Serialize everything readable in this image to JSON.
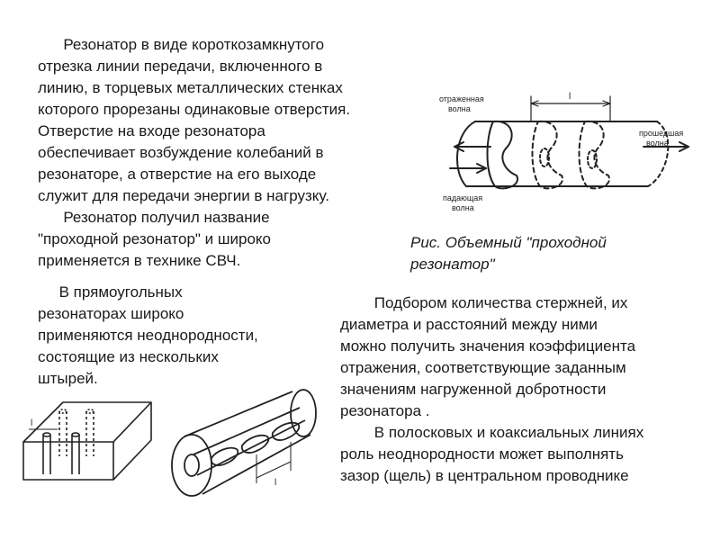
{
  "text": {
    "para1": "      Резонатор в виде короткозамкнутого\nотрезка линии передачи, включенного в\nлинию, в торцевых металлических стенках\nкоторого прорезаны одинаковые отверстия.\nОтверстие на входе резонатора\nобеспечивает возбуждение колебаний в\nрезонаторе, а отверстие на его выходе\nслужит для передачи энергии в нагрузку.\n      Резонатор получил название\n\"проходной резонатор\" и широко\nприменяется в технике СВЧ.",
    "para2": "     В прямоугольных\nрезонаторах широко\nприменяются неоднородности,\nсостоящие из нескольких\nштырей.",
    "para3": "        Подбором количества стержней, их\nдиаметра и расстояний между ними\nможно получить значения коэффициента\nотражения, соответствующие заданным\nзначениям нагруженной добротности\nрезонатора .\n        В полосковых и коаксиальных линиях\nроль неоднородности может выполнять\nзазор (щель) в центральном проводнике",
    "caption": "Рис. Объемный \"проходной\nрезонатор\""
  },
  "figure_labels": {
    "reflected_1": "отраженная",
    "reflected_2": "волна",
    "passed_1": "прошедшая",
    "passed_2": "волна",
    "incident_1": "падающая",
    "incident_2": "волна",
    "length_top": "l",
    "length_rect": "l",
    "length_coax": "l"
  }
}
